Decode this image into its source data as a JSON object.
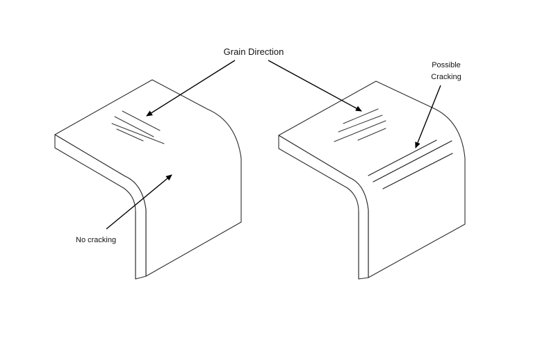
{
  "labels": {
    "grain_direction": "Grain Direction",
    "no_cracking": "No cracking",
    "possible_line1": "Possible",
    "possible_line2": "Cracking"
  },
  "colors": {
    "line": "#2a2a2a",
    "arrow": "#000000",
    "background": "#ffffff"
  }
}
